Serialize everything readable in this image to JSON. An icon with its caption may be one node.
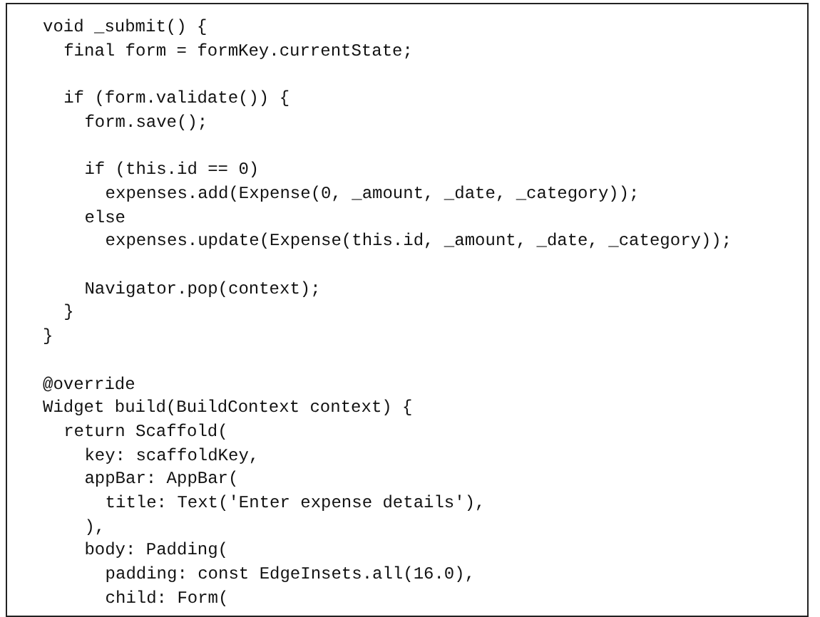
{
  "diagram": {
    "labels": [
      "void _submit() {",
      "final form = formKey.currentState;",
      "if (form.validate()) {",
      "form.save();",
      "if (this.id == 0)",
      "expenses.add(Expense(0, _amount, _date, _category));",
      "else",
      "expenses.update(Expense(this.id, _amount, _date, _category));",
      "Navigator.pop(context);",
      "}",
      "}",
      "@override",
      "Widget build(BuildContext context) {",
      "return Scaffold(",
      "key: scaffoldKey,",
      "appBar: AppBar(",
      "title: Text('Enter expense details'),",
      "),",
      "body: Padding(",
      "padding: const EdgeInsets.all(16.0),",
      "child: Form("
    ]
  }
}
